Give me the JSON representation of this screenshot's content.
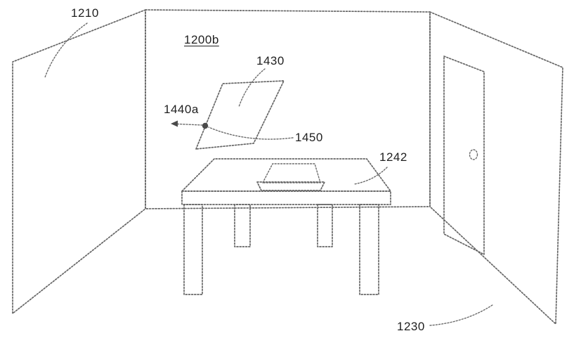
{
  "figure": {
    "type": "patent-line-drawing",
    "description_visible_text_only": true,
    "colors": {
      "background": "#ffffff",
      "line": "#666666",
      "text": "#1f1f1f",
      "marker_dot": "#4a4a4a"
    }
  },
  "labels": {
    "n1210": "1210",
    "n1200b": "1200b",
    "n1430": "1430",
    "n1440a": "1440a",
    "n1450": "1450",
    "n1242": "1242",
    "n1230": "1230"
  },
  "icons": {
    "direction_arrow": "left-arrow",
    "door_knob": "circle"
  }
}
